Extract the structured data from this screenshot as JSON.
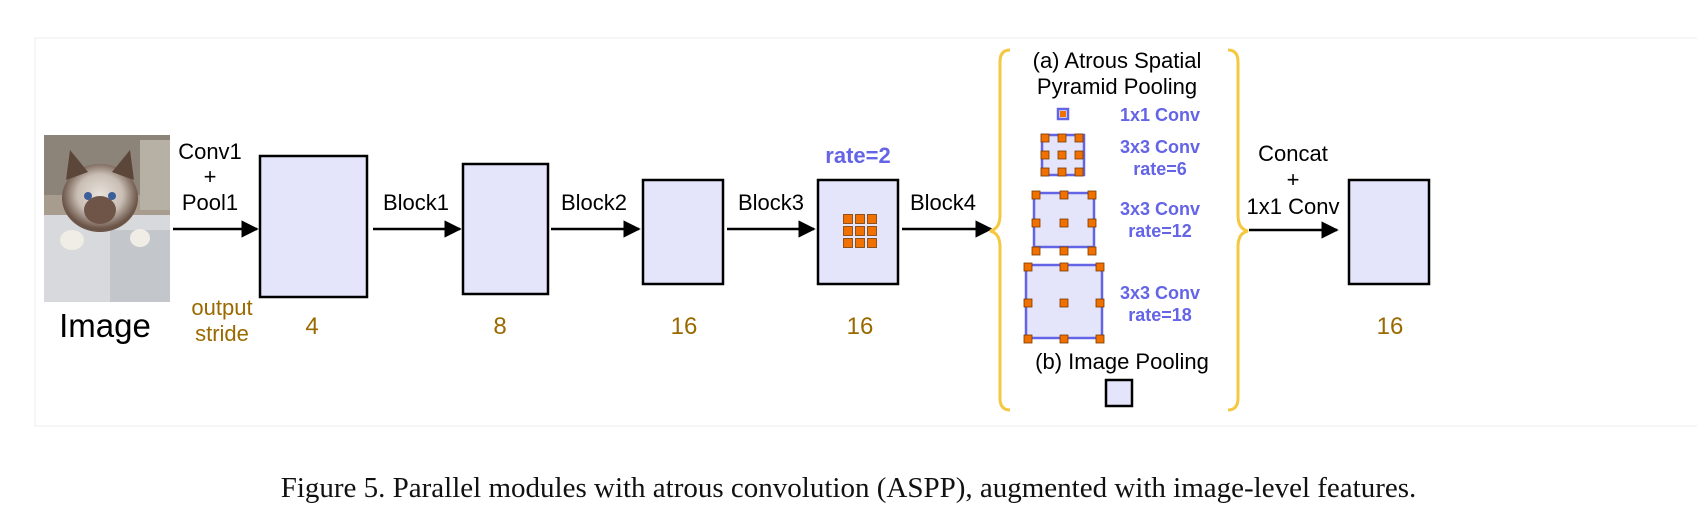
{
  "image_label": "Image",
  "input_op": {
    "line1": "Conv1",
    "line2": "+",
    "line3": "Pool1"
  },
  "output_stride_label": {
    "line1": "output",
    "line2": "stride"
  },
  "blocks": [
    "Block1",
    "Block2",
    "Block3",
    "Block4"
  ],
  "strides": [
    "4",
    "8",
    "16",
    "16",
    "16"
  ],
  "rate_label": "rate=2",
  "aspp": {
    "title_line1": "(a) Atrous Spatial",
    "title_line2": "Pyramid Pooling",
    "branches": [
      {
        "line1": "1x1 Conv",
        "line2": ""
      },
      {
        "line1": "3x3 Conv",
        "line2": "rate=6"
      },
      {
        "line1": "3x3 Conv",
        "line2": "rate=12"
      },
      {
        "line1": "3x3 Conv",
        "line2": "rate=18"
      }
    ],
    "image_pooling": "(b) Image Pooling"
  },
  "concat_op": {
    "line1": "Concat",
    "line2": "+",
    "line3": "1x1 Conv"
  },
  "caption": "Figure 5. Parallel modules with atrous convolution (ASPP), augmented with image-level features.",
  "colors": {
    "box_fill": "#e4e4fa",
    "stride_text": "#9a6a00",
    "rate_text": "#6464e6",
    "kernel_dot": "#f07000",
    "brace": "#f5c842"
  },
  "icons": [
    "cat-photo",
    "arrow-right-icon",
    "brace-left-icon",
    "brace-right-icon"
  ]
}
